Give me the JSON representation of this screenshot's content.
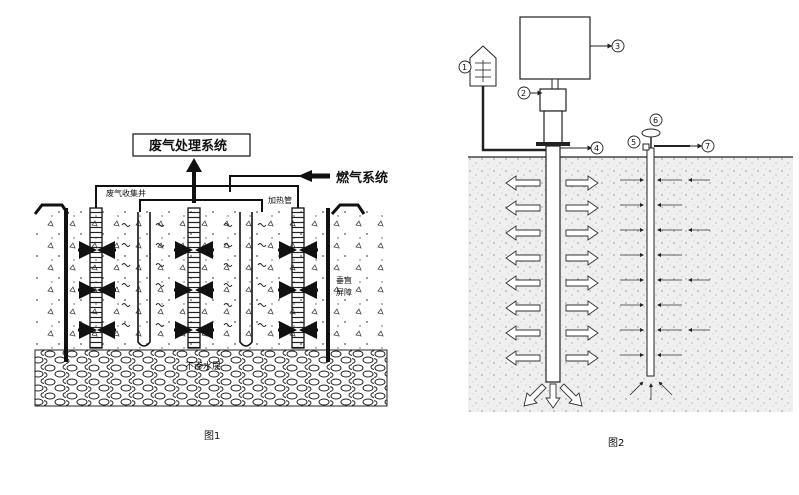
{
  "figure1": {
    "caption": "图1",
    "labels": {
      "treatment_system": "废气处理系统",
      "gas_system": "燃气系统",
      "collection_well": "废气收集井",
      "heating_pipe": "加热管",
      "vertical_barrier_line1": "垂直",
      "vertical_barrier_line2": "屏障",
      "impermeable_layer": "不渗水层"
    }
  },
  "figure2": {
    "caption": "图2",
    "callouts": [
      "1",
      "2",
      "3",
      "4",
      "5",
      "6",
      "7"
    ]
  },
  "colors": {
    "ink": "#111111",
    "soil": "#e9e9e9",
    "page": "#ffffff"
  }
}
